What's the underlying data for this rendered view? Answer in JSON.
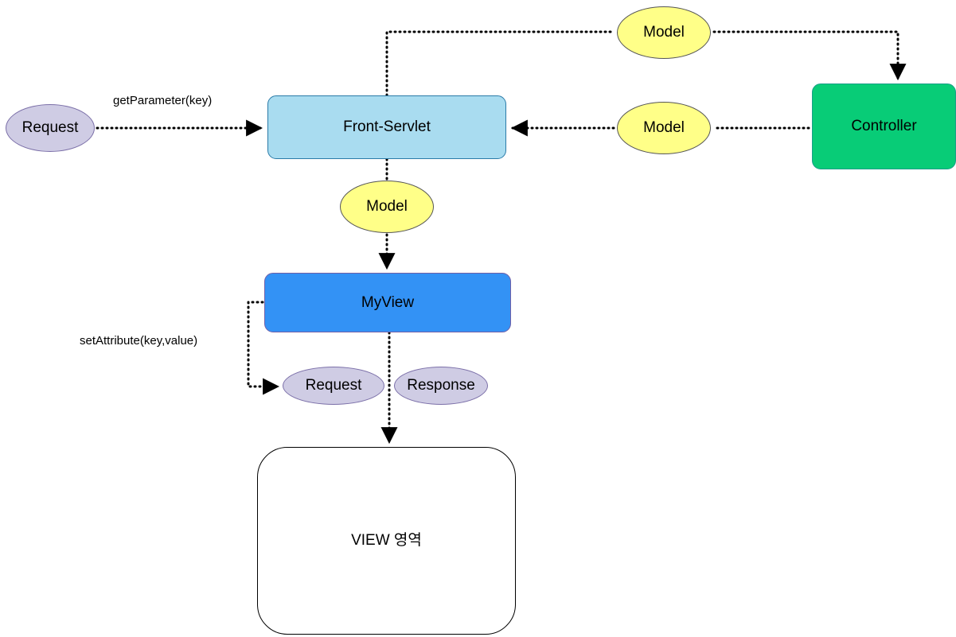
{
  "diagram": {
    "title": "MVC Front-Servlet flow",
    "colors": {
      "front_servlet_fill": "#a9dcf0",
      "front_servlet_stroke": "#2a7ba8",
      "controller_fill": "#08cc77",
      "controller_stroke": "#1a9e88",
      "myview_fill": "#3392f5",
      "myview_stroke": "#7060a8",
      "model_fill": "#ffff88",
      "model_stroke": "#555555",
      "request_fill": "#cfcce4",
      "request_stroke": "#7b6fa8",
      "view_area_fill": "#ffffff",
      "view_area_stroke": "#000000",
      "edge_stroke": "#000000",
      "background": "#ffffff"
    },
    "nodes": {
      "request_in": {
        "label": "Request",
        "shape": "ellipse"
      },
      "front_servlet": {
        "label": "Front-Servlet",
        "shape": "rounded-rect"
      },
      "model_top": {
        "label": "Model",
        "shape": "ellipse"
      },
      "model_mid": {
        "label": "Model",
        "shape": "ellipse"
      },
      "model_center": {
        "label": "Model",
        "shape": "ellipse"
      },
      "controller": {
        "label": "Controller",
        "shape": "rounded-rect"
      },
      "myview": {
        "label": "MyView",
        "shape": "rounded-rect"
      },
      "request_out": {
        "label": "Request",
        "shape": "ellipse"
      },
      "response": {
        "label": "Response",
        "shape": "ellipse"
      },
      "view_area": {
        "label": "VIEW 영역",
        "shape": "rounded-rect"
      }
    },
    "edge_labels": {
      "get_parameter": "getParameter(key)",
      "set_attribute": "setAttribute(key,value)"
    },
    "edges": [
      {
        "from": "request_in",
        "to": "front_servlet",
        "label": "getParameter(key)",
        "style": "dotted",
        "arrow": "end"
      },
      {
        "from": "front_servlet",
        "to": "model_top",
        "label": "",
        "style": "dotted",
        "arrow": "none"
      },
      {
        "from": "model_top",
        "to": "controller",
        "label": "",
        "style": "dotted",
        "arrow": "end"
      },
      {
        "from": "controller",
        "to": "model_mid",
        "label": "",
        "style": "dotted",
        "arrow": "none"
      },
      {
        "from": "model_mid",
        "to": "front_servlet",
        "label": "",
        "style": "dotted",
        "arrow": "end"
      },
      {
        "from": "front_servlet",
        "to": "model_center",
        "label": "",
        "style": "dotted",
        "arrow": "none"
      },
      {
        "from": "model_center",
        "to": "myview",
        "label": "",
        "style": "dotted",
        "arrow": "end"
      },
      {
        "from": "myview",
        "to": "request_out",
        "label": "setAttribute(key,value)",
        "style": "dotted",
        "arrow": "end"
      },
      {
        "from": "myview",
        "to": "view_area",
        "label": "",
        "style": "dotted",
        "arrow": "end"
      }
    ]
  }
}
